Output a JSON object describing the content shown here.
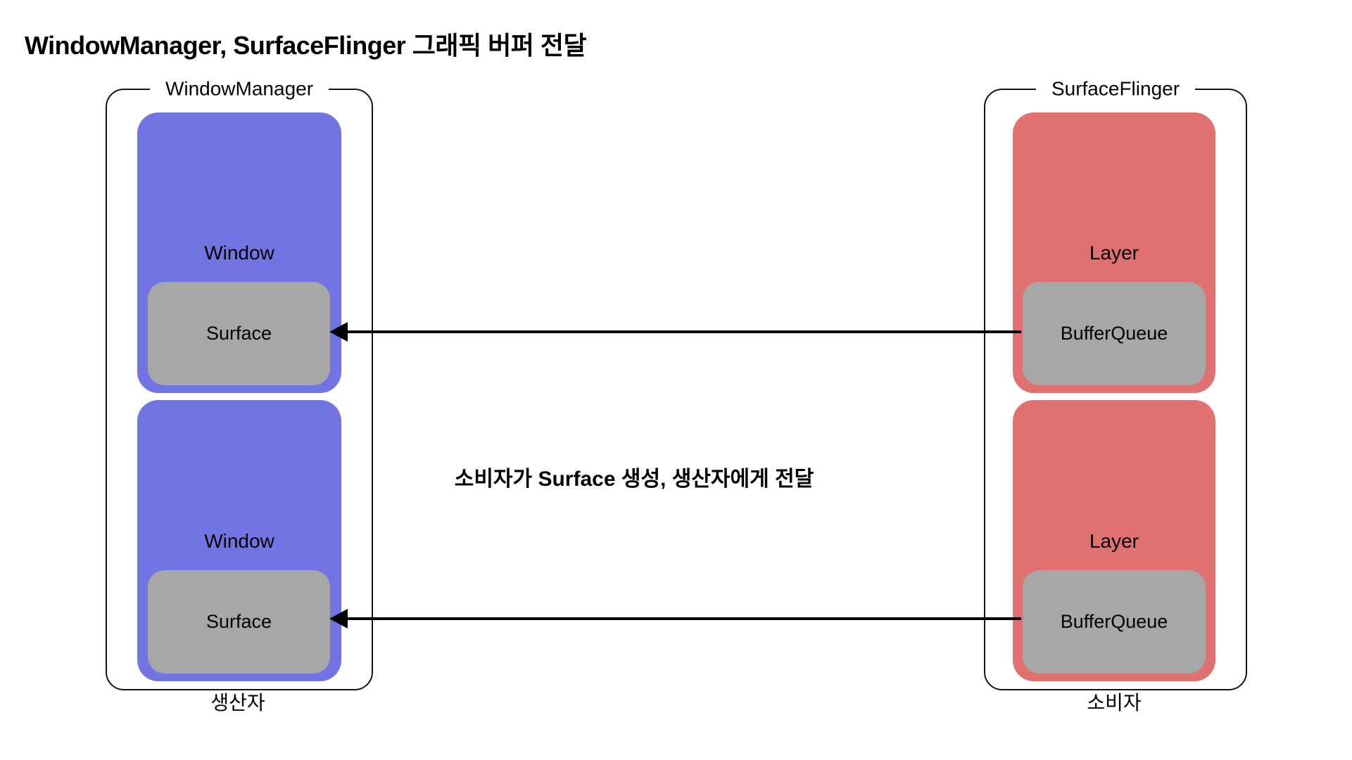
{
  "title": "WindowManager, SurfaceFlinger 그래픽 버퍼 전달",
  "annotation": "소비자가 Surface 생성, 생산자에게 전달",
  "producer": {
    "container_label": "WindowManager",
    "role_label": "생산자",
    "windows": [
      {
        "label": "Window",
        "child_label": "Surface"
      },
      {
        "label": "Window",
        "child_label": "Surface"
      }
    ]
  },
  "consumer": {
    "container_label": "SurfaceFlinger",
    "role_label": "소비자",
    "layers": [
      {
        "label": "Layer",
        "child_label": "BufferQueue"
      },
      {
        "label": "Layer",
        "child_label": "BufferQueue"
      }
    ]
  },
  "colors": {
    "window_fill": "#7274e4",
    "layer_fill": "#e17070",
    "inner_fill": "#a7a7a7",
    "line": "#000000"
  }
}
